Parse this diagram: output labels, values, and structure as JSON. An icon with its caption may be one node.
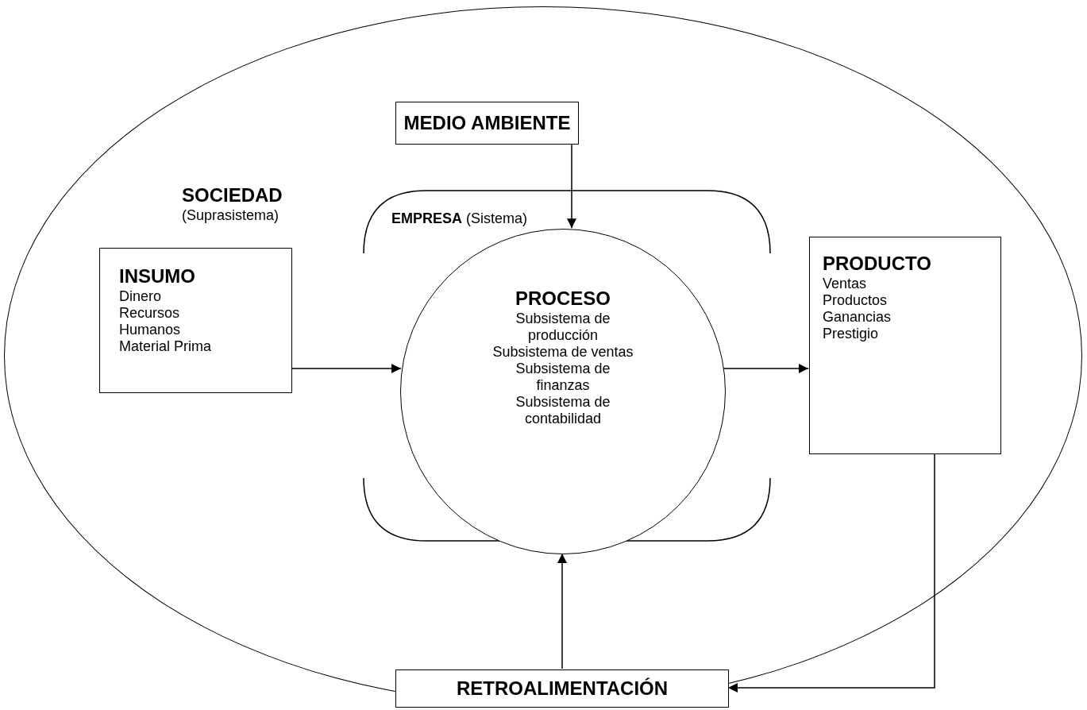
{
  "diagram": {
    "nodes": [
      {
        "text": [
          "SOCIEDAD",
          "(Suprasistema)"
        ]
      },
      {
        "text": [
          "MEDIO AMBIENTE"
        ],
        "in": 0
      },
      {
        "text": [
          "**EMPRESA** (Sistema)"
        ],
        "in": 0
      },
      {
        "text": [
          "INSUMO",
          "Dinero",
          "Recursos",
          "Humanos",
          "Material Prima"
        ],
        "in": 0
      },
      {
        "text": [
          "PROCESO",
          "Subsistema de producción",
          "Subsistema de ventas",
          "Subsistema de finanzas",
          "Subsistema de contabilidad"
        ],
        "in": 2
      },
      {
        "text": [
          "PRODUCTO",
          "Ventas",
          "Productos",
          "Ganancias",
          "Prestigio"
        ],
        "in": 0
      },
      {
        "text": [
          "RETROALIMENTACIÓN"
        ],
        "in": 0
      }
    ],
    "edges": [
      {
        "from": 1,
        "to": 4,
        "arrow": "to"
      },
      {
        "from": 3,
        "to": 4,
        "arrow": "to"
      },
      {
        "from": 4,
        "to": 5,
        "arrow": "to"
      },
      {
        "from": 5,
        "to": 6,
        "arrow": "to"
      },
      {
        "from": 6,
        "to": 4,
        "arrow": "to"
      }
    ]
  }
}
